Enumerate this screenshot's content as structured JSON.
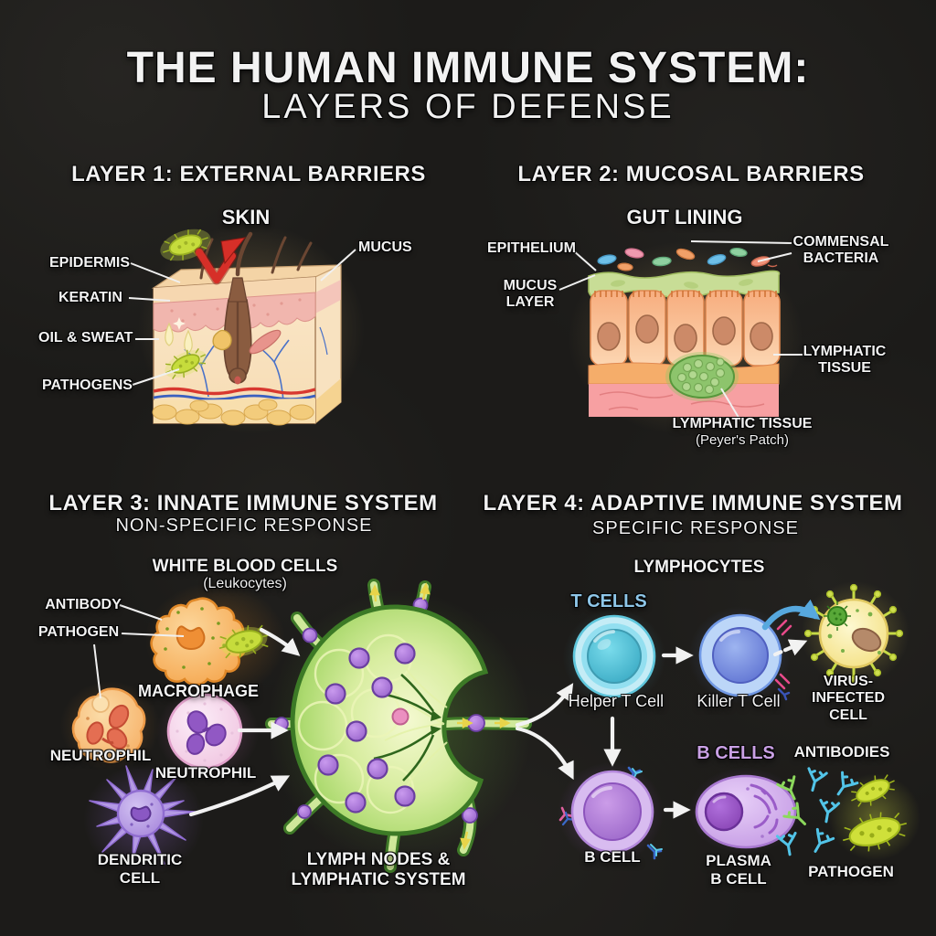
{
  "title": {
    "line1": "THE HUMAN IMMUNE SYSTEM:",
    "line2": "LAYERS OF DEFENSE"
  },
  "layer1": {
    "heading": "LAYER 1: EXTERNAL BARRIERS",
    "subheading": "SKIN",
    "labels": {
      "epidermis": "EPIDERMIS",
      "keratin": "KERATIN",
      "oil_sweat": "OIL & SWEAT",
      "pathogens": "PATHOGENS",
      "mucus": "MUCUS"
    }
  },
  "layer2": {
    "heading": "LAYER 2: MUCOSAL BARRIERS",
    "subheading": "GUT LINING",
    "labels": {
      "epithelium": "EPITHELIUM",
      "mucus_layer": "MUCUS LAYER",
      "commensal_bacteria": "COMMENSAL BACTERIA",
      "lymphatic_tissue": "LYMPHATIC TISSUE",
      "peyers_patch": "LYMPHATIC TISSUE",
      "peyers_patch_sub": "(Peyer's Patch)"
    }
  },
  "layer3": {
    "heading": "LAYER 3: INNATE IMMUNE SYSTEM",
    "subheading": "NON-SPECIFIC RESPONSE",
    "group_title": "WHITE BLOOD CELLS",
    "group_subtitle": "(Leukocytes)",
    "labels": {
      "antibody": "ANTIBODY",
      "pathogen": "PATHOGEN",
      "macrophage": "MACROPHAGE",
      "neutrophil_1": "NEUTROPHIL",
      "neutrophil_2": "NEUTROPHIL",
      "dendritic_cell": "DENDRITIC CELL",
      "lymph_nodes": "LYMPH NODES & LYMPHATIC SYSTEM"
    }
  },
  "layer4": {
    "heading": "LAYER 4: ADAPTIVE IMMUNE SYSTEM",
    "subheading": "SPECIFIC RESPONSE",
    "group_title": "LYMPHOCYTES",
    "labels": {
      "t_cells": "T CELLS",
      "helper_t": "Helper T Cell",
      "killer_t": "Killer T Cell",
      "virus_infected": "VIRUS-INFECTED CELL",
      "b_cells": "B CELLS",
      "antibodies": "ANTIBODIES",
      "b_cell": "B CELL",
      "plasma_b": "PLASMA B CELL",
      "pathogen": "PATHOGEN"
    }
  },
  "colors": {
    "background": "#1c1b19",
    "text": "#f2f2f2",
    "t_cells_label": "#8ec6e8",
    "b_cells_label": "#c9a0e4",
    "arrow_white": "#f2f2f2",
    "arrow_blue": "#57a8de",
    "arrow_red": "#d62f28",
    "lymph_green": "#8cc252",
    "pathogen_green": "#cfe03a",
    "macrophage_orange": "#f5a64e",
    "dendritic_purple": "#b49ae4",
    "helper_t_cyan": "#4db8d0",
    "killer_t_blue": "#6276d2",
    "b_cell_purple": "#9c68ca",
    "virus_cell_yellow": "#f6e488"
  }
}
